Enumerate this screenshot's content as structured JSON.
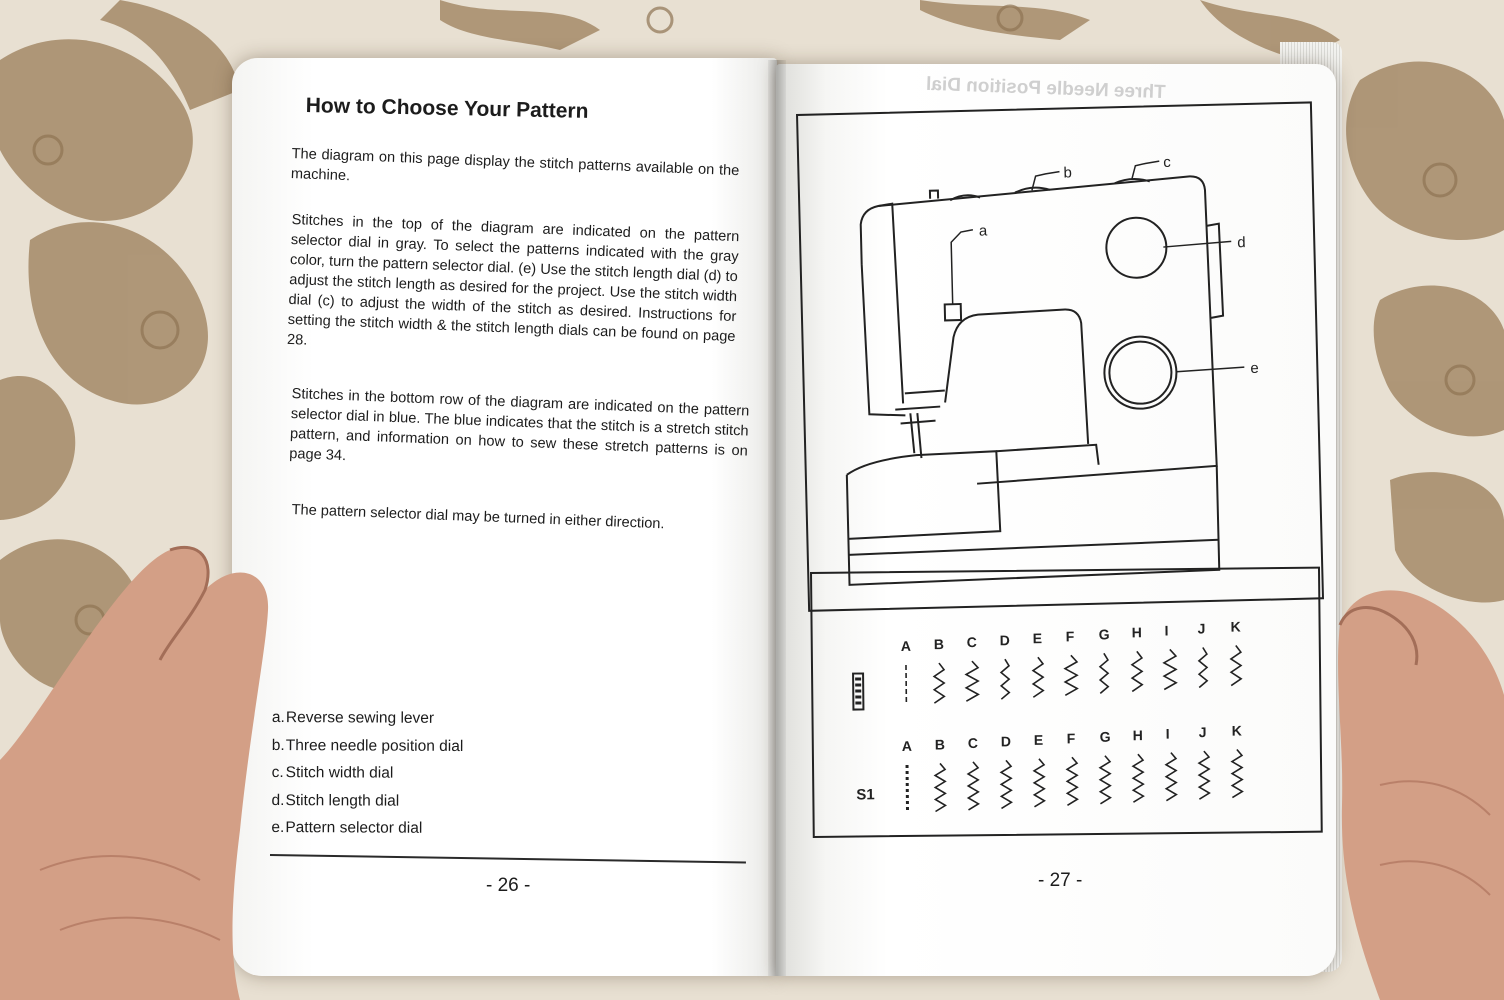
{
  "left_page": {
    "title": "How to Choose Your Pattern",
    "intro": "The diagram on this page display the stitch patterns available on the machine.",
    "paragraph1": "Stitches in the top of the diagram are indicated on the pattern selector dial in gray. To select the patterns indicated with the gray color, turn the pattern selector dial. (e) Use the stitch length dial (d) to adjust the stitch length as desired for the project. Use the stitch width dial (c) to adjust the width of the stitch as desired. Instructions for setting the stitch width & the stitch length dials can be found on page 28.",
    "paragraph2": "Stitches in the bottom row of the diagram are indicated on the pattern selector dial in blue. The blue indicates that the stitch is a stretch stitch pattern, and information on how to sew these stretch patterns is on page 34.",
    "paragraph3": "The pattern selector dial may be turned in either direction.",
    "parts": [
      {
        "key": "a.",
        "label": "Reverse sewing lever"
      },
      {
        "key": "b.",
        "label": "Three needle position dial"
      },
      {
        "key": "c.",
        "label": "Stitch width dial"
      },
      {
        "key": "d.",
        "label": "Stitch length dial"
      },
      {
        "key": "e.",
        "label": "Pattern selector dial"
      }
    ],
    "page_number": "- 26 -"
  },
  "right_page": {
    "bleed_through_title": "Three Needle Position Dial",
    "callouts": [
      "a",
      "b",
      "c",
      "d",
      "e"
    ],
    "stitch_letters": [
      "A",
      "B",
      "C",
      "D",
      "E",
      "F",
      "G",
      "H",
      "I",
      "J",
      "K"
    ],
    "stretch_row_label": "S1",
    "page_number": "- 27 -"
  },
  "colors": {
    "tablecloth": "#e9e1d3",
    "floral": "#a08462",
    "paper": "#ffffff",
    "ink": "#1c1c1c",
    "skin": "#d9a48c"
  }
}
